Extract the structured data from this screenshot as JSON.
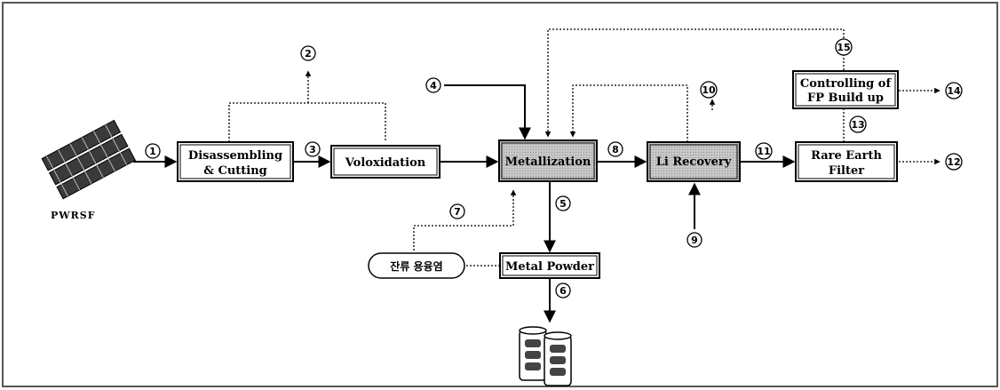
{
  "boxes": {
    "disassembling_line1": "Disassembling",
    "disassembling_line2": "& Cutting",
    "volox": "Voloxidation",
    "metallization": "Metallization",
    "li_recovery": "Li Recovery",
    "rare_earth_line1": "Rare Earth",
    "rare_earth_line2": "Filter",
    "fp_control_line1": "Controlling of",
    "fp_control_line2": "FP Build up",
    "metal_powder": "Metal Powder",
    "residual_salt": "잔류 용융염"
  },
  "labels": {
    "source": "PWRSF"
  },
  "steps": {
    "s1": "1",
    "s2": "2",
    "s3": "3",
    "s4": "4",
    "s5": "5",
    "s6": "6",
    "s7": "7",
    "s8": "8",
    "s9": "9",
    "s10": "10",
    "s11": "11",
    "s12": "12",
    "s13": "13",
    "s14": "14",
    "s15": "15"
  },
  "colors": {
    "line": "#000000",
    "shaded_box": "#bdbdbd",
    "frame": "#555555"
  },
  "icons": [
    "fuel-assembly-icon",
    "storage-canister-icon"
  ]
}
